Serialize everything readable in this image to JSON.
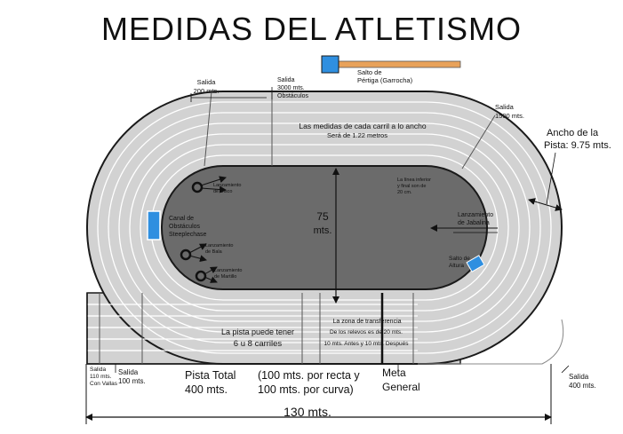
{
  "title": "MEDIDAS DEL ATLETISMO",
  "labels": {
    "salto_pertiga": [
      "Salto de",
      "Pértiga (Garrocha)"
    ],
    "salida_200": [
      "Salida",
      "200 mts."
    ],
    "salida_3000": [
      "Salida",
      "3000 mts.",
      "Obstáculos"
    ],
    "medidas_carril": "Las medidas de cada carril a lo ancho",
    "sera": "Será de 1.22 metros",
    "salida_1500": [
      "Salida",
      "1500 mts."
    ],
    "ancho_pista": [
      "Ancho de la",
      "Pista: 9.75 mts."
    ],
    "lanz_disco": [
      "Lanzamiento",
      "de Disco"
    ],
    "linea_inferior": [
      "La línea inferior",
      "y final son de",
      "20 cm."
    ],
    "canal": [
      "Canal de",
      "Obstáculos",
      "Steeplechase"
    ],
    "medida_75": [
      "75",
      "mts."
    ],
    "lanz_jabalina": [
      "Lanzamiento",
      "de Jabalina"
    ],
    "lanz_bala": [
      "Lanzamiento",
      "de Bala"
    ],
    "salto_altura": [
      "Salto de",
      "Altura"
    ],
    "lanz_martillo": [
      "Lanzamiento",
      "de Martillo"
    ],
    "pista_puede": "La pista puede tener",
    "carriles": "6 u 8 carriles",
    "zona": [
      "La zona de transferencia",
      "De los relevos es de 20 mts.",
      "10 mts. Antes y 10 mts. Después"
    ],
    "salida_110": [
      "Salida",
      "110 mts.",
      "Con Vallas"
    ],
    "salida_100": [
      "Salida",
      "100 mts."
    ],
    "pista_total": [
      "Pista Total",
      "400 mts."
    ],
    "recta_curva": [
      "(100 mts. por recta y",
      "100 mts. por curva)"
    ],
    "meta": [
      "Meta",
      "General"
    ],
    "salida_400": [
      "Salida",
      "400 mts."
    ],
    "medida_130": "130 mts."
  },
  "colors": {
    "infield": "#6b6b6b",
    "track": "#d2d2d2",
    "lane_line": "#ffffff",
    "outline": "#1a1a1a",
    "pole_bar": "#e8a25a",
    "pit_blue": "#2f8fe0"
  }
}
